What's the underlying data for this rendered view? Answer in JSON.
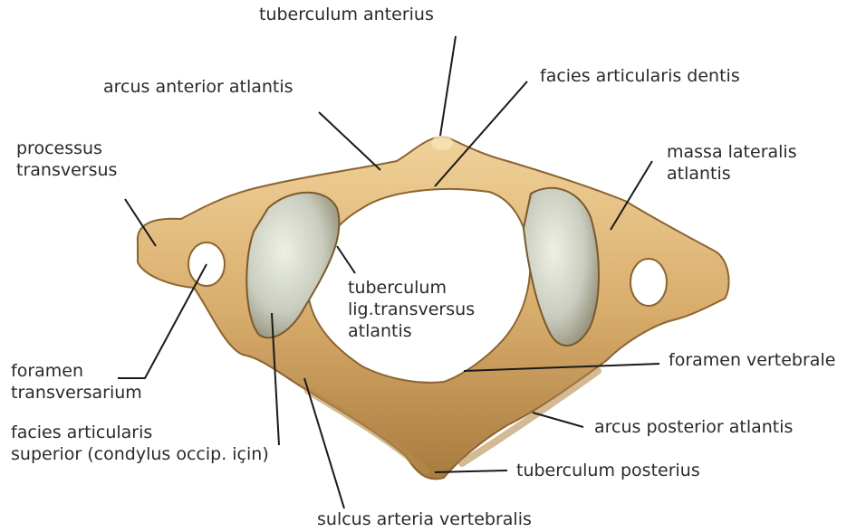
{
  "labels": {
    "tuberculum_anterius": [
      "tuberculum anterius"
    ],
    "arcus_anterior": [
      "arcus anterior atlantis"
    ],
    "facies_dentis": [
      "facies articularis dentis"
    ],
    "processus_transversus": [
      "processus",
      "transversus"
    ],
    "massa_lateralis": [
      "massa lateralis",
      "atlantis"
    ],
    "tuberculum_lig": [
      "tuberculum",
      "lig.transversus",
      "atlantis"
    ],
    "foramen_transversarium": [
      "foramen",
      "transversarium"
    ],
    "foramen_vertebrale": [
      "foramen vertebrale"
    ],
    "facies_superior": [
      "facies articularis",
      "superior (condylus occip. için)"
    ],
    "arcus_posterior": [
      "arcus posterior atlantis"
    ],
    "tuberculum_posterius": [
      "tuberculum posterius"
    ],
    "sulcus_arteria": [
      "sulcus arteria vertebralis"
    ]
  },
  "colors": {
    "bone": "#d9ad6c",
    "bone_shadow": "#a67a3d",
    "bone_highlight": "#f3d9a6",
    "facet": "#cfd4c6",
    "leader": "#1a1a1a",
    "text": "#2a2a2a"
  }
}
